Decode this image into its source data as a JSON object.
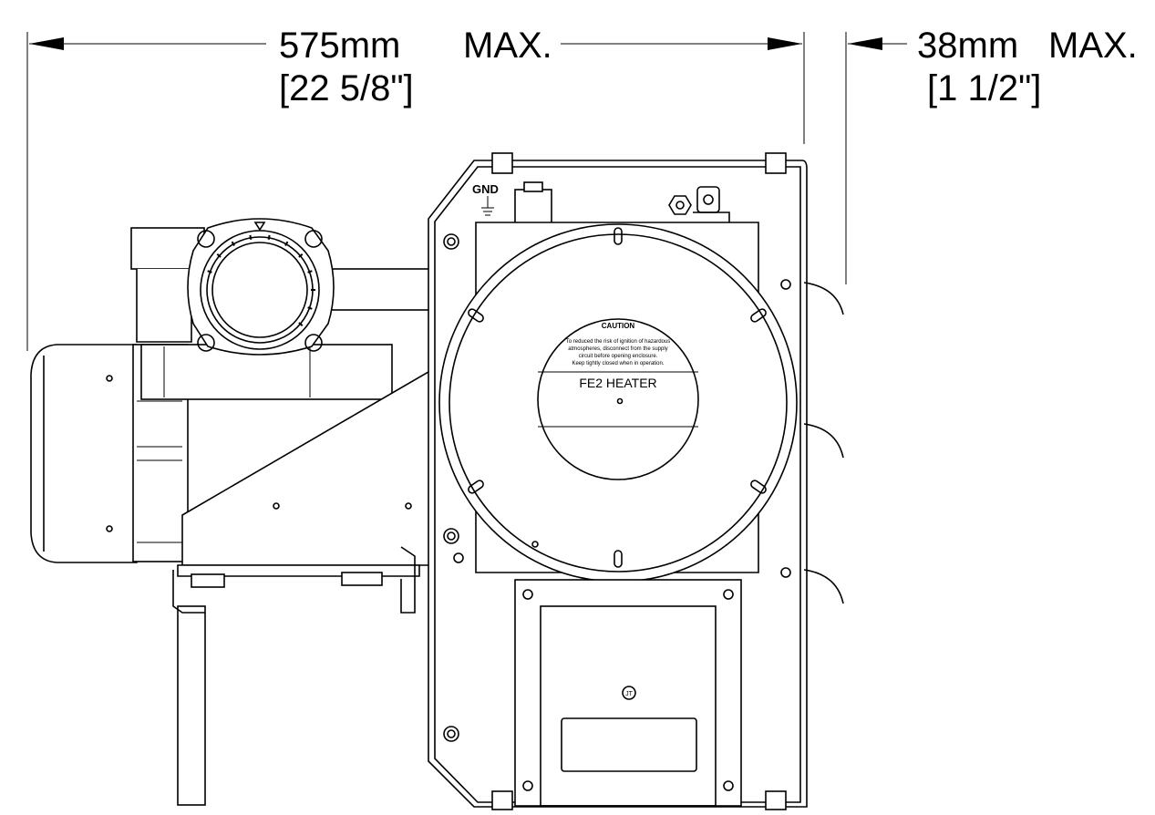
{
  "dimensions": {
    "width_label": "575mm",
    "width_max": "MAX.",
    "width_inches": "[22 5/8\"]",
    "depth_label": "38mm",
    "depth_max": "MAX.",
    "depth_inches": "[1 1/2\"]"
  },
  "labels": {
    "ground": "GND",
    "caution_title": "CAUTION",
    "caution_line1": "To reduced the risk of ignition of hazardous",
    "caution_line2": "atmospheres, disconnect from the supply",
    "caution_line3": "circuit before opening enclosure.",
    "caution_line4": "Keep tightly closed when in operation.",
    "heater_name": "FE2 HEATER",
    "jt_mark": "JT"
  },
  "colors": {
    "line": "#000000",
    "background": "#ffffff"
  }
}
